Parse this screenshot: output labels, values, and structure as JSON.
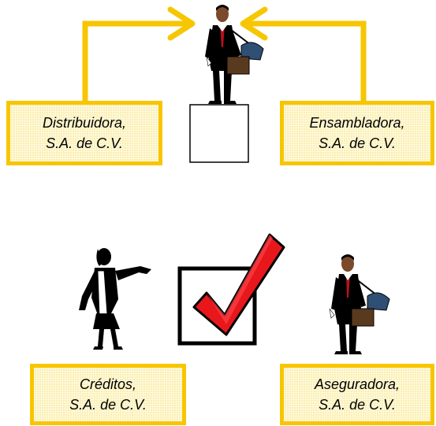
{
  "boxes": {
    "distribuidora": {
      "line1": "Distribuidora,",
      "line2": "S.A. de C.V."
    },
    "ensambladora": {
      "line1": "Ensambladora,",
      "line2": "S.A. de C.V."
    },
    "creditos": {
      "line1": "Créditos,",
      "line2": "S.A. de C.V."
    },
    "aseguradora": {
      "line1": "Aseguradora,",
      "line2": "S.A. de C.V."
    }
  },
  "colors": {
    "arrow": "#f7c600",
    "box_border": "#f7c600",
    "box_fill": "#fbefb0",
    "check": "#e8171c",
    "figure": "#000000",
    "tie": "#b3121b",
    "bag": "#2f4f74",
    "briefcase": "#5a3a1e"
  },
  "icons": [
    "businessman-icon",
    "businesswoman-icon",
    "checkmark-icon",
    "empty-checkbox-icon",
    "arrow-icon"
  ]
}
